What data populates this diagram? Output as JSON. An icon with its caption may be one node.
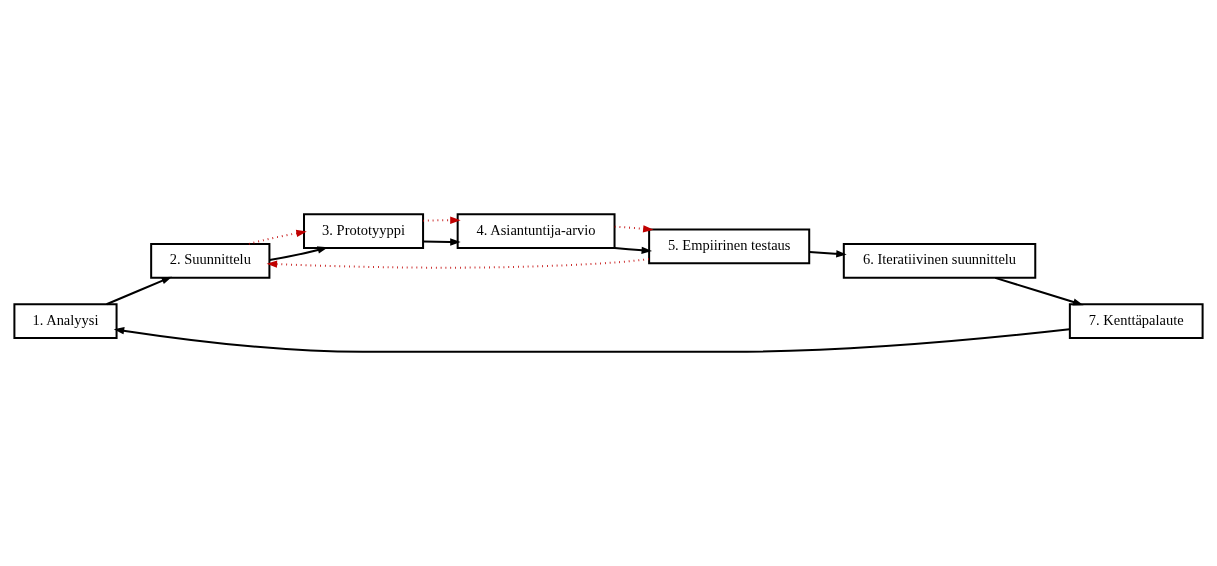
{
  "diagram": {
    "nodes": [
      {
        "text": [
          "1. Analyysi"
        ]
      },
      {
        "text": [
          "2. Suunnittelu"
        ]
      },
      {
        "text": [
          "3. Prototyyppi"
        ]
      },
      {
        "text": [
          "4. Asiantuntija-arvio"
        ]
      },
      {
        "text": [
          "5. Empiirinen testaus"
        ]
      },
      {
        "text": [
          "6. Iteratiivinen suunnittelu"
        ]
      },
      {
        "text": [
          "7. Kenttäpalaute"
        ]
      }
    ],
    "edges": [
      {
        "from": 0,
        "to": 1,
        "arrow": "to"
      },
      {
        "from": 1,
        "to": 2,
        "arrow": "to"
      },
      {
        "from": 2,
        "to": 3,
        "arrow": "to"
      },
      {
        "from": 3,
        "to": 4,
        "arrow": "to"
      },
      {
        "from": 4,
        "to": 5,
        "arrow": "to"
      },
      {
        "from": 5,
        "to": 6,
        "arrow": "to"
      },
      {
        "from": 6,
        "to": 0,
        "arrow": "to"
      },
      {
        "from": 1,
        "to": 2,
        "arrow": "to",
        "style": "dashed",
        "color": "#c00000"
      },
      {
        "from": 2,
        "to": 3,
        "arrow": "to",
        "style": "dashed",
        "color": "#c00000"
      },
      {
        "from": 3,
        "to": 4,
        "arrow": "to",
        "style": "dashed",
        "color": "#c00000"
      },
      {
        "from": 4,
        "to": 1,
        "arrow": "to",
        "style": "dashed",
        "color": "#c00000"
      }
    ]
  }
}
